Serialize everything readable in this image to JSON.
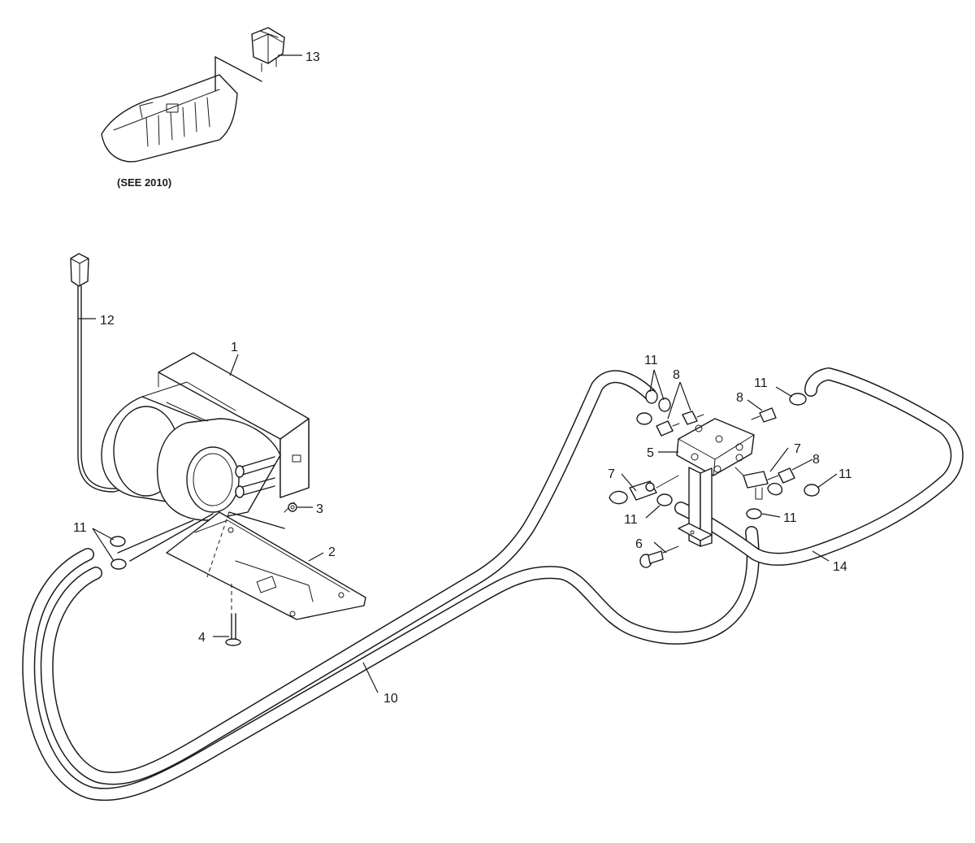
{
  "reference_note": "(SEE 2010)",
  "callouts": {
    "c1": "1",
    "c2": "2",
    "c3": "3",
    "c4": "4",
    "c5": "5",
    "c6": "6",
    "c7a": "7",
    "c7b": "7",
    "c8a": "8",
    "c8b": "8",
    "c8c": "8",
    "c10": "10",
    "c11a": "11",
    "c11b": "11",
    "c11c": "11",
    "c11d": "11",
    "c11e": "11",
    "c11f": "11",
    "c12": "12",
    "c13": "13",
    "c14": "14"
  }
}
